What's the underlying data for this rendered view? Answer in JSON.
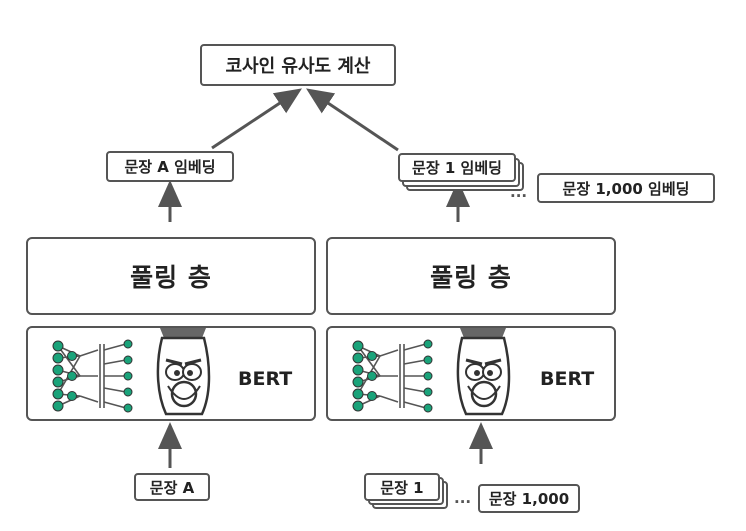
{
  "top": {
    "title": "코사인 유사도 계산"
  },
  "left": {
    "embedding": "문장 A 임베딩",
    "pooling": "풀링 층",
    "model": "BERT",
    "input": "문장 A"
  },
  "right": {
    "embedding": "문장 1 임베딩",
    "embedding_last": "문장 1,000 임베딩",
    "pooling": "풀링 층",
    "model": "BERT",
    "input": "문장 1",
    "input_last": "문장 1,000",
    "ellipsis_top": "...",
    "ellipsis_bottom": "..."
  },
  "colors": {
    "node": "#1aa37a",
    "line": "#555555",
    "hair": "#666666"
  }
}
